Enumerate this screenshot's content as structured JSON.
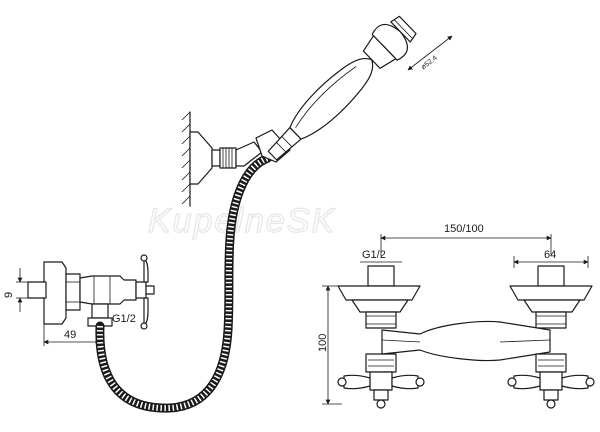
{
  "watermark": "KupelneSK",
  "side_view": {
    "dim_height": "9",
    "dim_depth": "49",
    "thread": "G1/2"
  },
  "hand_shower": {
    "diameter": "ø52.4"
  },
  "front_view": {
    "dim_spacing": "150/100",
    "dim_body_width": "64",
    "thread": "G1/2",
    "dim_height": "100"
  }
}
